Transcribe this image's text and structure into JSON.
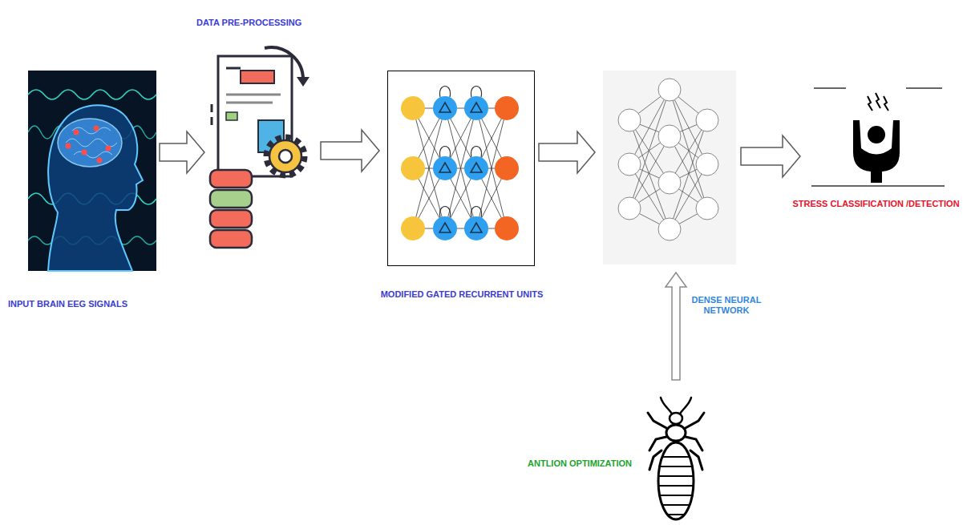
{
  "diagram": {
    "nodes": [
      {
        "text": [
          "INPUT BRAIN EEG SIGNALS"
        ]
      },
      {
        "text": [
          "DATA PRE-PROCESSING"
        ]
      },
      {
        "text": [
          "MODIFIED GATED RECURRENT UNITS"
        ]
      },
      {
        "text": [
          "DENSE NEURAL NETWORK"
        ]
      },
      {
        "text": [
          "STRESS CLASSIFICATION /DETECTION"
        ]
      },
      {
        "text": [
          "ANTLION OPTIMIZATION"
        ]
      }
    ],
    "edges": [
      {
        "from": 0,
        "to": 1,
        "arrow": "to"
      },
      {
        "from": 1,
        "to": 2,
        "arrow": "to"
      },
      {
        "from": 2,
        "to": 3,
        "arrow": "to"
      },
      {
        "from": 3,
        "to": 4,
        "arrow": "to"
      },
      {
        "from": 5,
        "to": 3,
        "arrow": "to"
      }
    ]
  }
}
